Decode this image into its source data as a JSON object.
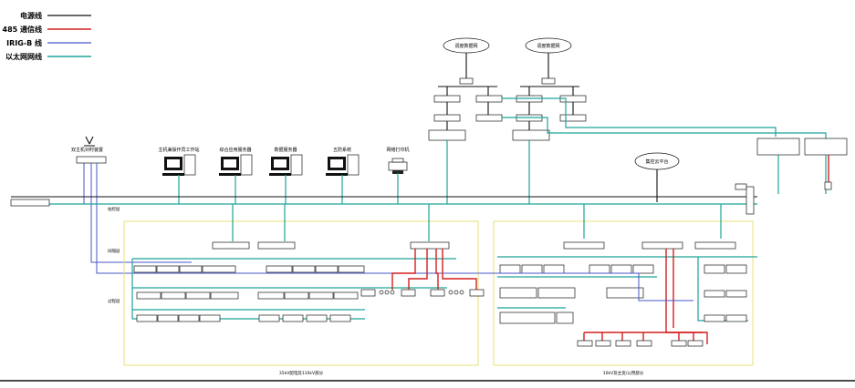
{
  "legend": {
    "items": [
      {
        "label": "电源线",
        "color": "#111111"
      },
      {
        "label": "485 通信线",
        "color": "#d41e1e"
      },
      {
        "label": "IRIG-B 线",
        "color": "#4a55c8"
      },
      {
        "label": "以太网网线",
        "color": "#1fa39a"
      }
    ]
  },
  "dispatch": {
    "left_label": "调度数据网",
    "right_label": "调度数据网",
    "platform_label": "集控云平台"
  },
  "gps": {
    "label": "双主机对时装置"
  },
  "stations": {
    "labels": [
      "主机兼操作员工作站",
      "综合应用服务器",
      "数据服务器",
      "五防系统",
      "网络打印机"
    ]
  },
  "rows": {
    "station_layer": "站控层",
    "bay_layer": "间隔层",
    "process_layer": "过程层"
  },
  "zones": {
    "left_caption": "35kV配电及110kV部分",
    "right_caption": "10kV及主变/公用部分"
  },
  "colors": {
    "ethernet": "#1fa39a",
    "irig": "#4a55c8",
    "rs485": "#d41e1e",
    "power": "#111111",
    "zone_border": "#e8e27a"
  }
}
